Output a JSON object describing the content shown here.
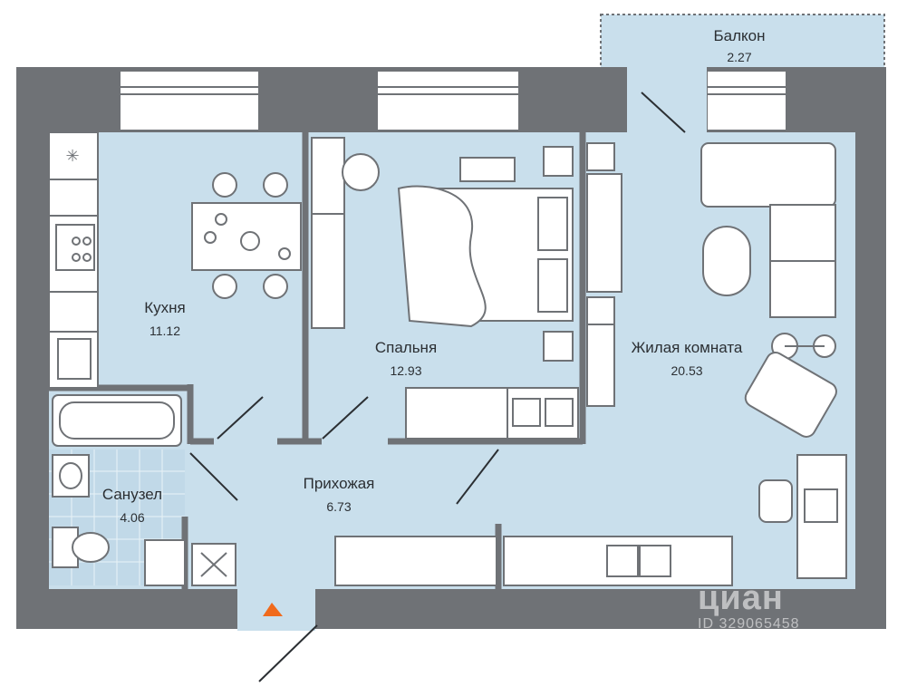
{
  "rooms": {
    "balcony": {
      "name": "Балкон",
      "area": "2.27"
    },
    "kitchen": {
      "name": "Кухня",
      "area": "11.12"
    },
    "bedroom": {
      "name": "Спальня",
      "area": "12.93"
    },
    "living": {
      "name": "Жилая комната",
      "area": "20.53"
    },
    "hallway": {
      "name": "Прихожая",
      "area": "6.73"
    },
    "bathroom": {
      "name": "Санузел",
      "area": "4.06"
    }
  },
  "watermark": {
    "logo": "циан",
    "id": "ID 329065458"
  },
  "colors": {
    "floor": "#c9dfec",
    "wall": "#6f7276",
    "tile": "#bcd6e6",
    "line": "#2b2f33",
    "entrance_marker": "#f06a1c"
  },
  "icons": {
    "entrance": "triangle-up-icon"
  }
}
